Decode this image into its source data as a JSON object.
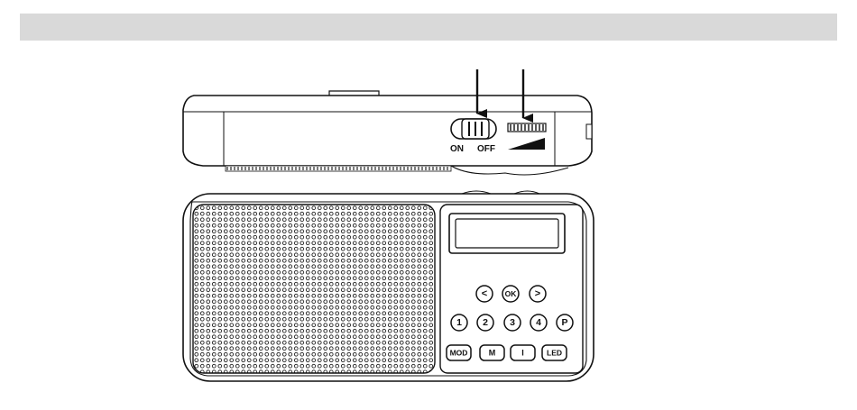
{
  "switch": {
    "on_label": "ON",
    "off_label": "OFF"
  },
  "nav_buttons": [
    {
      "label": "<"
    },
    {
      "label": "OK"
    },
    {
      "label": ">"
    }
  ],
  "number_buttons": [
    {
      "label": "1"
    },
    {
      "label": "2"
    },
    {
      "label": "3"
    },
    {
      "label": "4"
    },
    {
      "label": "P"
    }
  ],
  "function_buttons": [
    {
      "label": "MOD"
    },
    {
      "label": "M"
    },
    {
      "label": "I"
    },
    {
      "label": "LED"
    }
  ],
  "colors": {
    "header_bar": "#d9d9d9",
    "line": "#111111",
    "background": "#ffffff"
  }
}
